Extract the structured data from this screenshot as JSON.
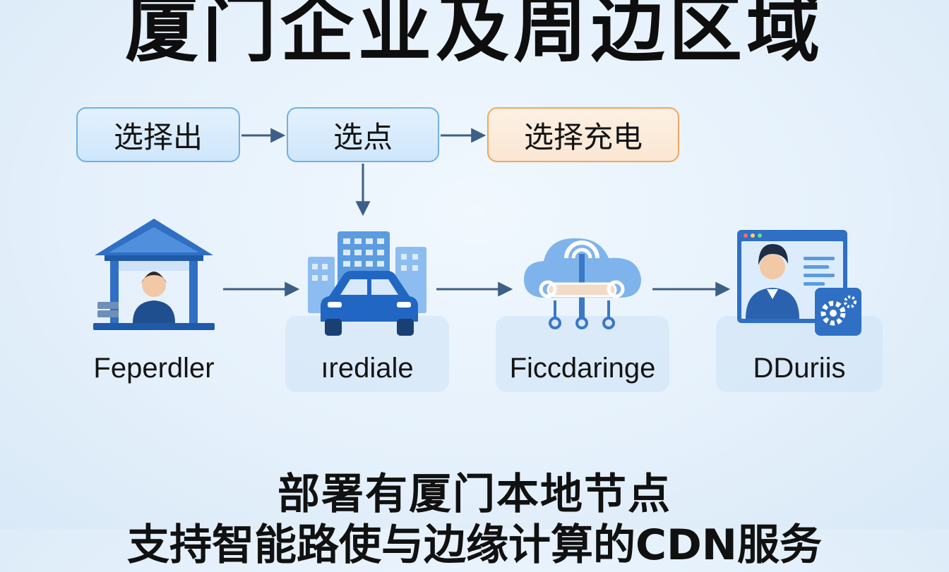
{
  "title": "厦门企业及周边区域",
  "steps": [
    {
      "label": "选择出"
    },
    {
      "label": "选点"
    },
    {
      "label": "选择充电"
    }
  ],
  "nodes": [
    {
      "label": "Feperdler",
      "icon": "service-booth-icon"
    },
    {
      "label": "ırediale",
      "icon": "city-car-icon"
    },
    {
      "label": "Ficcdaringe",
      "icon": "cloud-network-icon"
    },
    {
      "label": "DDuriis",
      "icon": "user-dashboard-icon"
    }
  ],
  "caption": "部署有厦门本地节点",
  "caption_line2": "支持智能路使与边缘计算的CDN服务",
  "colors": {
    "primary": "#2f6fc4",
    "accent": "#f0a560",
    "arrow": "#3d5f86"
  }
}
